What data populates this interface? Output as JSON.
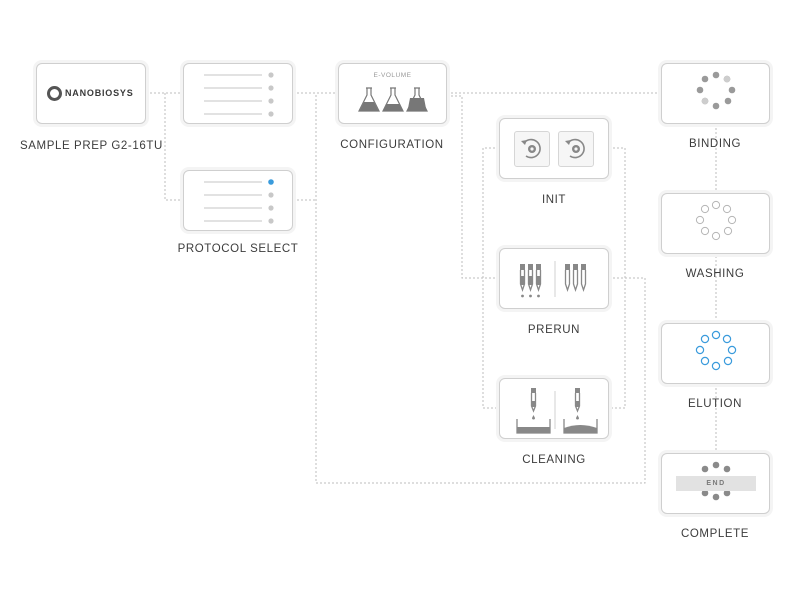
{
  "nodes": {
    "sample_prep": {
      "label": "SAMPLE PREP G2-16TU",
      "logo_text": "NANOBIOSYS"
    },
    "protocol_select": {
      "label": "PROTOCOL SELECT"
    },
    "configuration": {
      "label": "CONFIGURATION",
      "caption": "E-VOLUME"
    },
    "init": {
      "label": "INIT"
    },
    "prerun": {
      "label": "PRERUN"
    },
    "cleaning": {
      "label": "CLEANING"
    },
    "binding": {
      "label": "BINDING"
    },
    "washing": {
      "label": "WASHING"
    },
    "elution": {
      "label": "ELUTION"
    },
    "complete": {
      "label": "COMPLETE",
      "badge": "END"
    }
  },
  "colors": {
    "accent": "#3a9bdc",
    "dot_grey": "#9a9a9a",
    "dot_light": "#cdcdcd",
    "line": "#bdbdbd"
  },
  "icons": {
    "sample_prep": "nanobiosys-logo",
    "protocol_list": "list-icon",
    "protocol_select": "list-selected-icon",
    "configuration": "flask-icon",
    "init": "gear-cycle-icon",
    "prerun": "pipette-icon",
    "cleaning": "dropper-icon",
    "binding": "spinner-icon",
    "washing": "spinner-ring-icon",
    "elution": "spinner-ring-icon",
    "complete": "spinner-icon"
  }
}
